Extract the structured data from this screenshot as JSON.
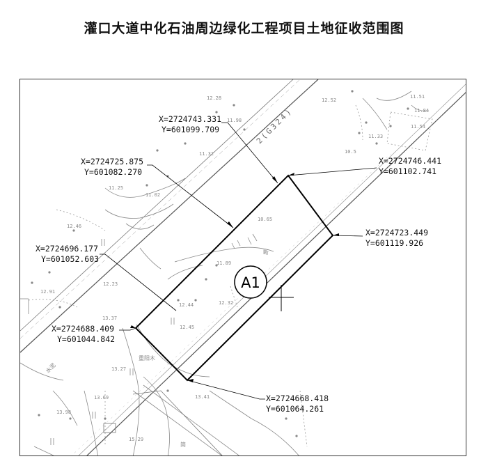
{
  "title": "灌口大道中化石油周边绿化工程项目土地征收范围图",
  "parcel_label": "A1",
  "road_label": "2(G324)",
  "coordinates": [
    {
      "x": "X=2724743.331",
      "y": "Y=601099.709"
    },
    {
      "x": "X=2724725.875",
      "y": "Y=601082.270"
    },
    {
      "x": "X=2724746.441",
      "y": "Y=601102.741"
    },
    {
      "x": "X=2724723.449",
      "y": "Y=601119.926"
    },
    {
      "x": "X=2724696.177",
      "y": "Y=601052.603"
    },
    {
      "x": "X=2724688.409",
      "y": "Y=601044.842"
    },
    {
      "x": "X=2724668.418",
      "y": "Y=601064.261"
    }
  ],
  "spot_heights": [
    "12.28",
    "11.98",
    "12.52",
    "11.51",
    "11.84",
    "11.54",
    "11.33",
    "10.5",
    "11.32",
    "11.25",
    "11.02",
    "10.65",
    "12.46",
    "11.89",
    "12.91",
    "12.23",
    "12.44",
    "12.32",
    "13.37",
    "12.45",
    "13.27",
    "13.69",
    "13.98",
    "13.41",
    "15.29"
  ],
  "map_text": {
    "break": "断",
    "plant": "重阳木",
    "roadside": "水泥",
    "building": "简"
  }
}
